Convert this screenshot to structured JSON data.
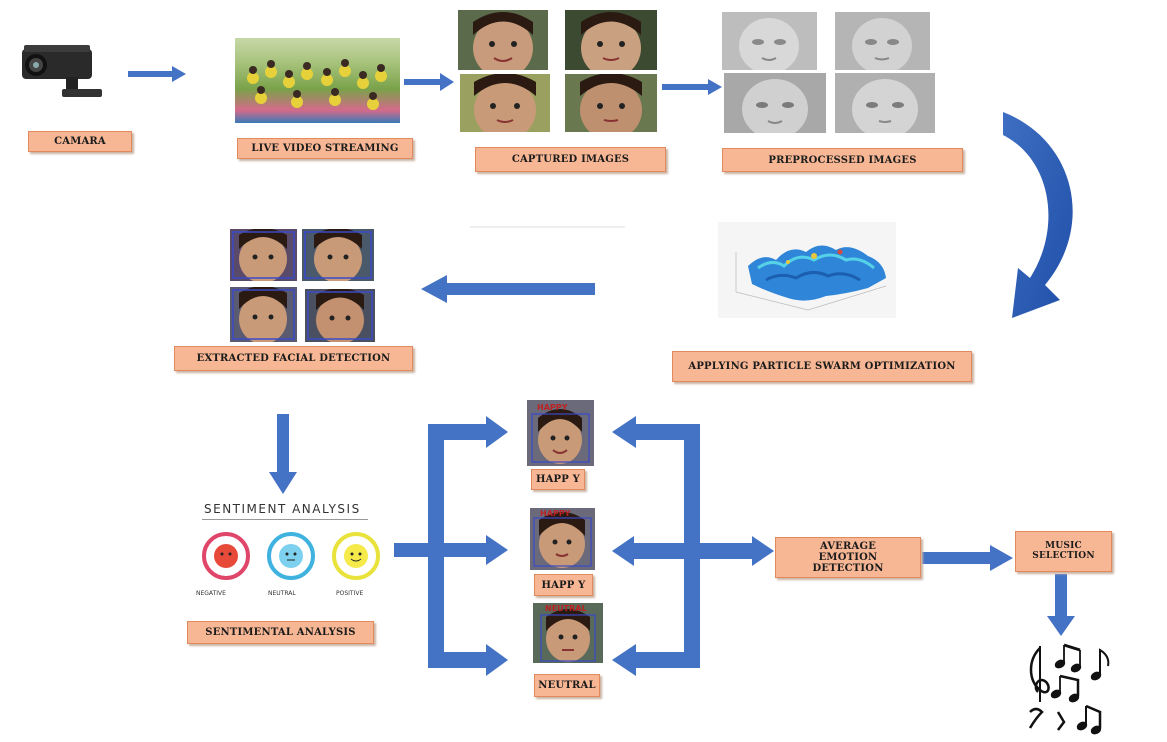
{
  "labels": {
    "camera": "CAMARA",
    "live_video": "LIVE VIDEO STREAMING",
    "captured": "CAPTURED IMAGES",
    "preprocessed": "PREPROCESSED IMAGES",
    "pso": "APPLYING  PARTICLE  SWARM  OPTIMIZATION",
    "extracted": "EXTRACTED   FACIAL  DETECTION",
    "sentimental": "SENTIMENTAL  ANALYSIS",
    "happy1": "HAPP Y",
    "happy2": "HAPP Y",
    "neutral": "NEUTRAL",
    "average": "AVERAGE EMOTION DETECTION",
    "music": "MUSIC SELECTION"
  },
  "sentiment_panel": {
    "title": "SENTIMENT ANALYSIS",
    "negative": "NEGATIVE",
    "neutral": "NEUTRAL",
    "positive": "POSITIVE"
  },
  "emotion_tags": {
    "happy1": "HAPPY",
    "happy2": "HAPPY",
    "neutral": "NEUTRAL"
  },
  "colors": {
    "arrow": "#4472c4",
    "label_fill": "#f7b795",
    "label_border": "#e08a5e"
  }
}
